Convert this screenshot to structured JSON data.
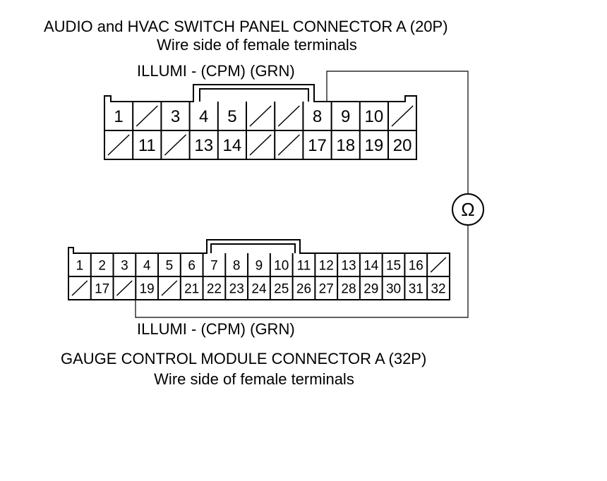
{
  "connector_a": {
    "title": "AUDIO and HVAC SWITCH PANEL CONNECTOR A (20P)",
    "subtitle": "Wire side of female terminals",
    "wire_label": "ILLUMI - (CPM) (GRN)",
    "row1": [
      "1",
      "",
      "3",
      "4",
      "5",
      "",
      "",
      "8",
      "9",
      "10",
      ""
    ],
    "row2": [
      "",
      "11",
      "",
      "13",
      "14",
      "",
      "",
      "17",
      "18",
      "19",
      "20"
    ]
  },
  "connector_b": {
    "title": "GAUGE CONTROL MODULE CONNECTOR A (32P)",
    "subtitle": "Wire side of female terminals",
    "wire_label": "ILLUMI - (CPM) (GRN)",
    "row1": [
      "1",
      "2",
      "3",
      "4",
      "5",
      "6",
      "7",
      "8",
      "9",
      "10",
      "11",
      "12",
      "13",
      "14",
      "15",
      "16",
      ""
    ],
    "row2": [
      "",
      "17",
      "",
      "19",
      "",
      "21",
      "22",
      "23",
      "24",
      "25",
      "26",
      "27",
      "28",
      "29",
      "30",
      "31",
      "32"
    ]
  },
  "meter": {
    "symbol": "Ω"
  }
}
